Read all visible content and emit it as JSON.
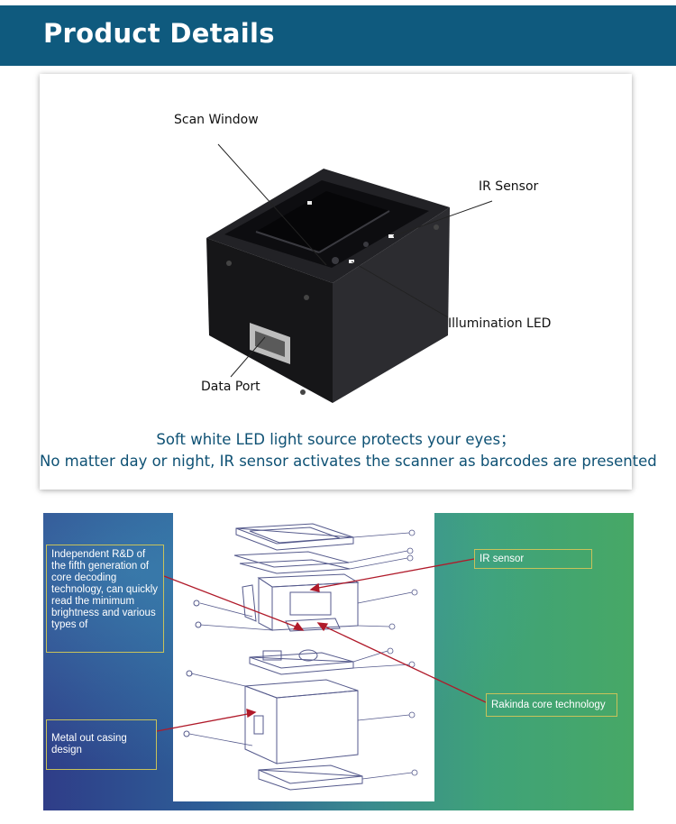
{
  "header": {
    "title": "Product Details"
  },
  "product_image": {
    "callouts": {
      "scan_window": "Scan Window",
      "ir_sensor": "IR Sensor",
      "illumination_led": "Illumination LED",
      "data_port": "Data Port"
    },
    "captions": [
      "Soft white LED light source protects your eyes；",
      "No matter day or night, IR sensor activates the scanner as barcodes are presented"
    ]
  },
  "exploded_view": {
    "labels": {
      "rnd": "Independent R&D of the fifth generation of core decoding technology, can quickly read the minimum brightness and various types of",
      "ir_sensor": "IR sensor",
      "core_tech": "Rakinda core technology",
      "casing": "Metal out casing design"
    }
  },
  "colors": {
    "header_bg": "#0f5a7e",
    "caption_text": "#0e5174",
    "label_border": "#c8c25a",
    "pointer": "#b01a2a"
  }
}
